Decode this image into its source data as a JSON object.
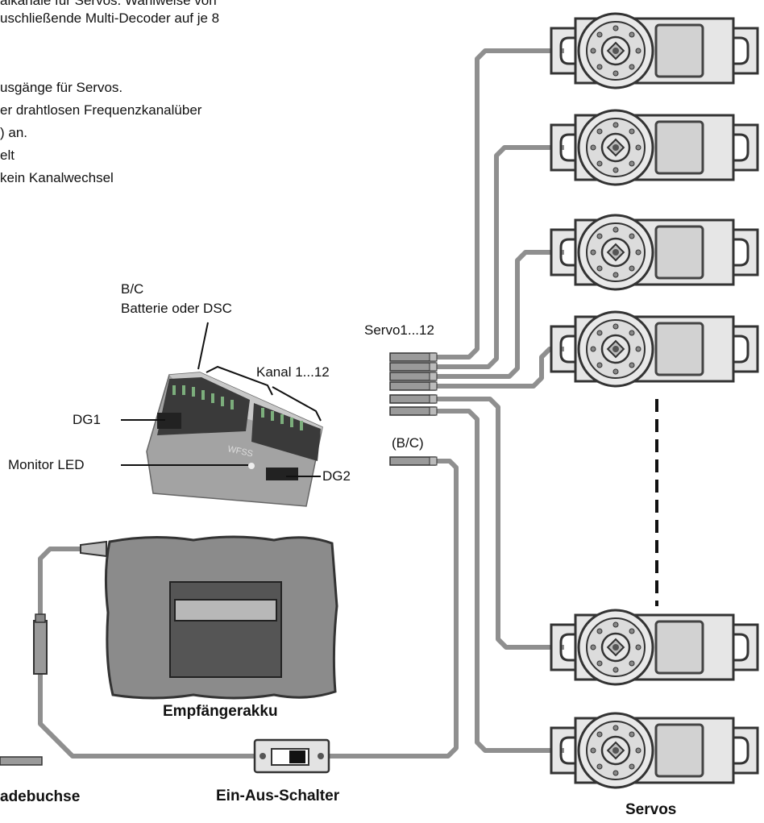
{
  "intro_text": [
    "aikanäle für Servos. Wahlweise von",
    "uschließende Multi-Decoder auf je 8",
    "",
    "usgänge für Servos.",
    "er drahtlosen Frequenzkanalüber",
    ") an.",
    "elt",
    "kein Kanalwechsel"
  ],
  "labels": {
    "bc": "B/C",
    "battery_or_dsc": "Batterie oder DSC",
    "channel": "Kanal 1...12",
    "servo_range": "Servo1...12",
    "bc_paren": "(B/C)",
    "dg1": "DG1",
    "dg2": "DG2",
    "monitor_led": "Monitor LED",
    "receiver_battery": "Empfängerakku",
    "switch": "Ein-Aus-Schalter",
    "charge_socket": "adebuchse",
    "servos": "Servos",
    "receiver_text": "WFSS"
  },
  "colors": {
    "cable": "#8f8f8f",
    "servo_body": "#e6e6e6",
    "servo_outline": "#333333",
    "battery_body": "#8a8a8a",
    "battery_panel": "#555555",
    "receiver_body": "#9c9c9c"
  },
  "servo_count_drawn": 6
}
